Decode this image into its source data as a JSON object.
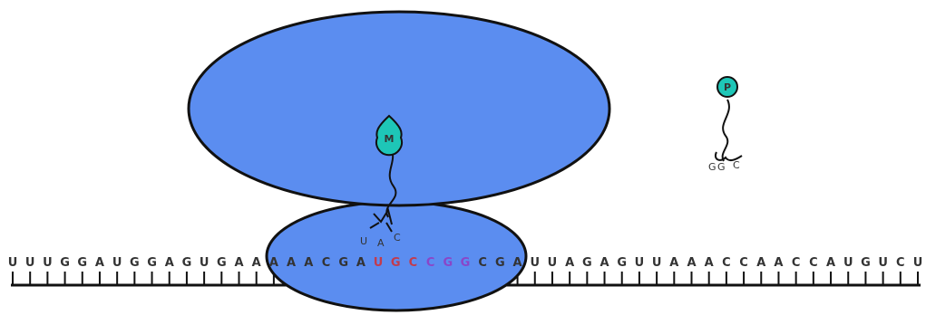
{
  "diagram": {
    "colors": {
      "ribosome_fill": "#5b8df0",
      "ribosome_stroke": "#111111",
      "amino_acid_fill": "#1ec6b7",
      "start_codon": "#c23b4d",
      "next_codon": "#8a46c8",
      "mrna_text": "#333333"
    },
    "mrna": {
      "sequence": "UUUGGAUGGAGUGAAAAACGAUGCCGGCGAUUAGAGUUAAACCAACCAUGUCU",
      "highlight_1_start": 21,
      "highlight_1_len": 3,
      "highlight_2_start": 24,
      "highlight_2_len": 3
    },
    "trna_bound": {
      "amino_acid_label": "M",
      "anticodon": [
        "U",
        "A",
        "C"
      ]
    },
    "trna_free": {
      "amino_acid_label": "P",
      "anticodon": [
        "G",
        "G",
        "C"
      ]
    }
  }
}
